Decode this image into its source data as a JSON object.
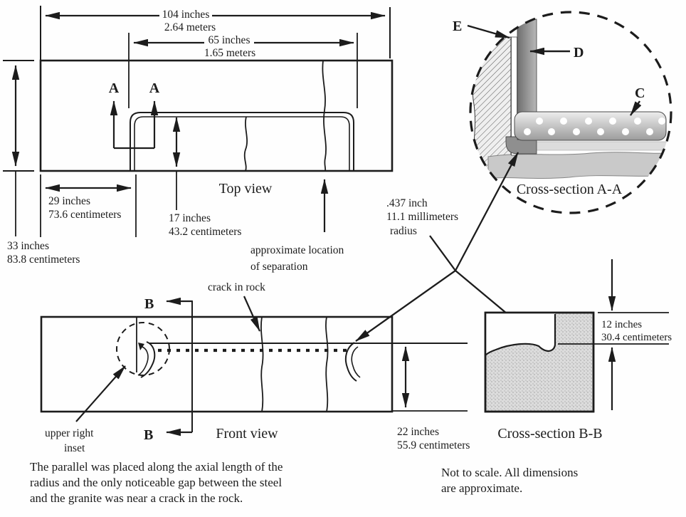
{
  "drawing": {
    "dims": {
      "d104": [
        "104 inches",
        "2.64 meters"
      ],
      "d65": [
        "65 inches",
        "1.65 meters"
      ],
      "d29": [
        "29 inches",
        "73.6 centimeters"
      ],
      "d33": [
        "33 inches",
        "83.8 centimeters"
      ],
      "d17": [
        "17 inches",
        "43.2 centimeters"
      ],
      "d22": [
        "22 inches",
        "55.9 centimeters"
      ],
      "d12": [
        "12 inches",
        "30.4 centimeters"
      ],
      "radius": [
        ".437 inch",
        "11.1 millimeters",
        "radius"
      ]
    },
    "labels": {
      "top_view": "Top view",
      "front_view": "Front view",
      "cross_aa": "Cross-section A-A",
      "cross_bb": "Cross-section B-B",
      "separation": [
        "approximate location",
        "of separation"
      ],
      "crack": "crack in rock",
      "inset": [
        "upper right",
        "inset"
      ],
      "a": "A",
      "b": "B",
      "c": "C",
      "d": "D",
      "e": "E"
    },
    "notes": {
      "left": [
        "The parallel was placed along the axial length of the",
        "radius and the only noticeable gap between the steel",
        "and the granite was near a crack in the rock."
      ],
      "right": [
        "Not to scale. All dimensions",
        "are approximate."
      ]
    },
    "colors": {
      "ink": "#1c1c1c",
      "steel_gray": "#a8a8a8",
      "rock_gray": "#c9c9c9",
      "light_gray": "#dcdcdc"
    }
  }
}
